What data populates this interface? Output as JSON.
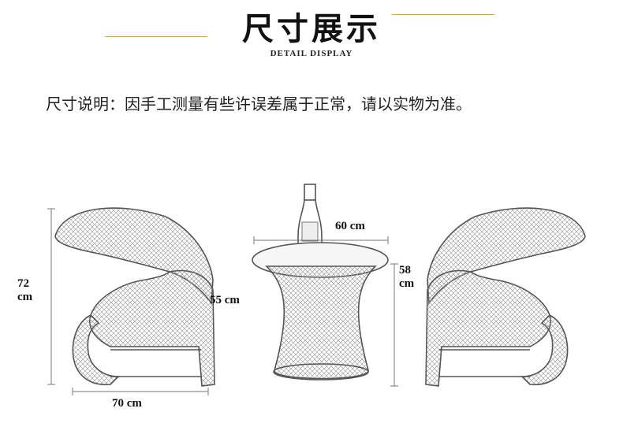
{
  "header": {
    "title": "尺寸展示",
    "subtitle": "DETAIL DISPLAY",
    "accent_color": "#c9a25c"
  },
  "note": "尺寸说明：因手工测量有些许误差属于正常，请以实物为准。",
  "dimensions": {
    "chair_height_value": "72",
    "chair_height_unit": "cm",
    "chair_depth": "55 cm",
    "chair_width": "70 cm",
    "table_diameter": "60 cm",
    "table_height_value": "58",
    "table_height_unit": "cm"
  }
}
